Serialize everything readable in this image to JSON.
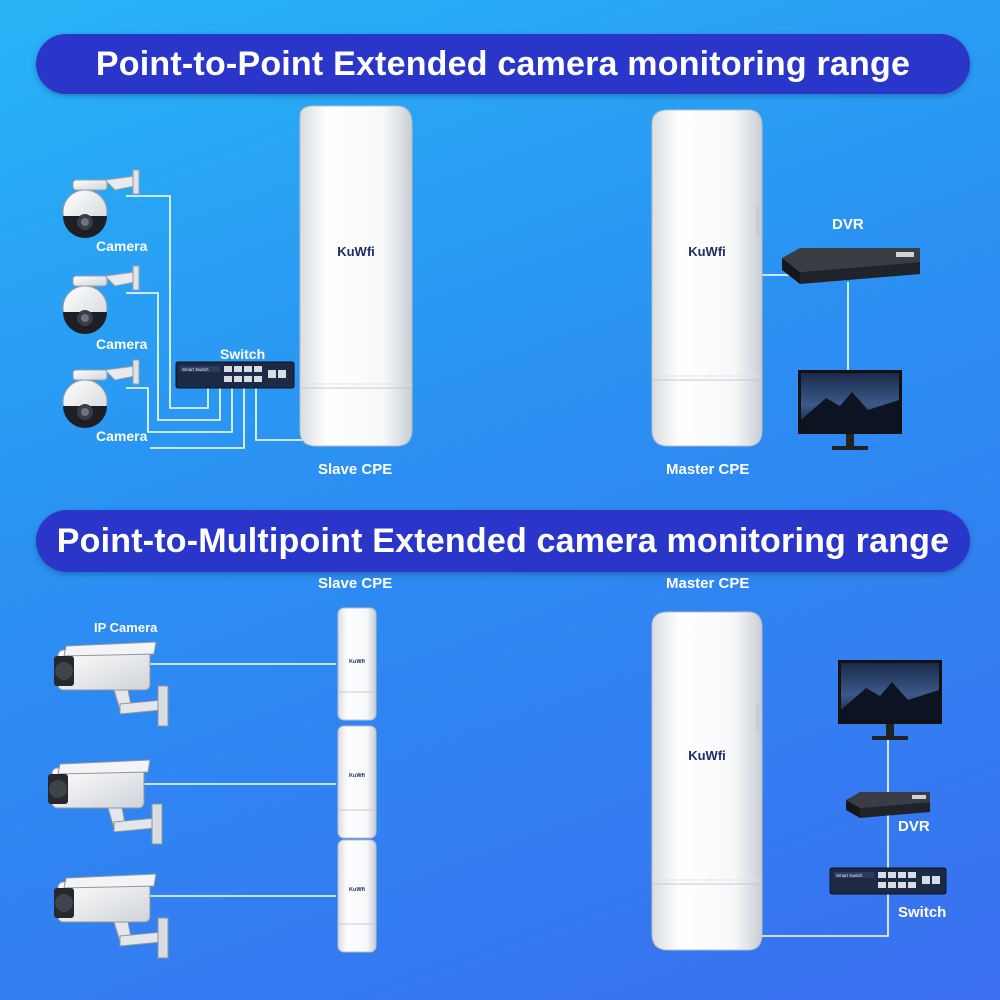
{
  "top": {
    "title": "Point-to-Point Extended camera monitoring range",
    "camera_label": "Camera",
    "switch_label": "Switch",
    "switch_brand": "Smart Switch",
    "slave_label": "Slave CPE",
    "master_label": "Master CPE",
    "dvr_label": "DVR",
    "brand": "KuWfi"
  },
  "bottom": {
    "title": "Point-to-Multipoint Extended camera monitoring range",
    "ip_camera_label": "IP Camera",
    "slave_label": "Slave CPE",
    "master_label": "Master CPE",
    "dvr_label": "DVR",
    "switch_label": "Switch",
    "switch_brand": "Smart Switch",
    "brand": "KuWfi"
  },
  "colors": {
    "banner": "#2a36c9",
    "background_start": "#27b4f6",
    "background_end": "#3a6ff0",
    "cable": "#ffffff",
    "device": "#f4f6f8"
  },
  "icons": [
    "ptz-camera-icon",
    "bullet-camera-icon",
    "network-switch-icon",
    "cpe-antenna-icon",
    "dvr-icon",
    "monitor-icon"
  ]
}
